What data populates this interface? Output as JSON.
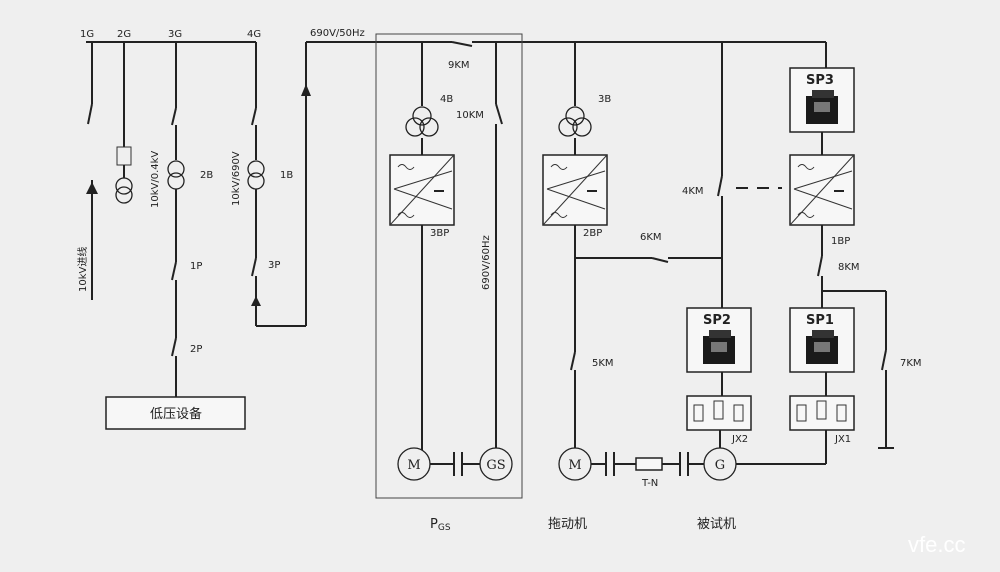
{
  "buses": {
    "g1": "1G",
    "g2": "2G",
    "g3": "3G",
    "g4": "4G",
    "supply": "690V/50Hz"
  },
  "feeder": {
    "incoming": "10kV进线"
  },
  "transformers": {
    "t2b": {
      "id": "2B",
      "rating": "10kV/0.4kV"
    },
    "t1b": {
      "id": "1B",
      "rating": "10kV/690V"
    },
    "t4b": {
      "id": "4B"
    },
    "t3b": {
      "id": "3B"
    }
  },
  "switches": {
    "p1": "1P",
    "p2": "2P",
    "p3": "3P",
    "km9": "9KM",
    "km10": "10KM",
    "km4": "4KM",
    "km6": "6KM",
    "km5": "5KM",
    "km8": "8KM",
    "km7": "7KM"
  },
  "converters": {
    "bp3": "3BP",
    "bp2": "2BP",
    "bp1": "1BP"
  },
  "freq_label": "690V/60Hz",
  "lv_equipment": "低压设备",
  "sp": {
    "sp1": "SP1",
    "sp2": "SP2",
    "sp3": "SP3"
  },
  "junctions": {
    "jx1": "JX1",
    "jx2": "JX2"
  },
  "machines": {
    "m": "M",
    "gs": "GS",
    "g": "G",
    "tn": "T-N"
  },
  "captions": {
    "pgs_main": "P",
    "pgs_sub": "GS",
    "drive": "拖动机",
    "tested": "被试机"
  },
  "watermark": "vfe.cc"
}
